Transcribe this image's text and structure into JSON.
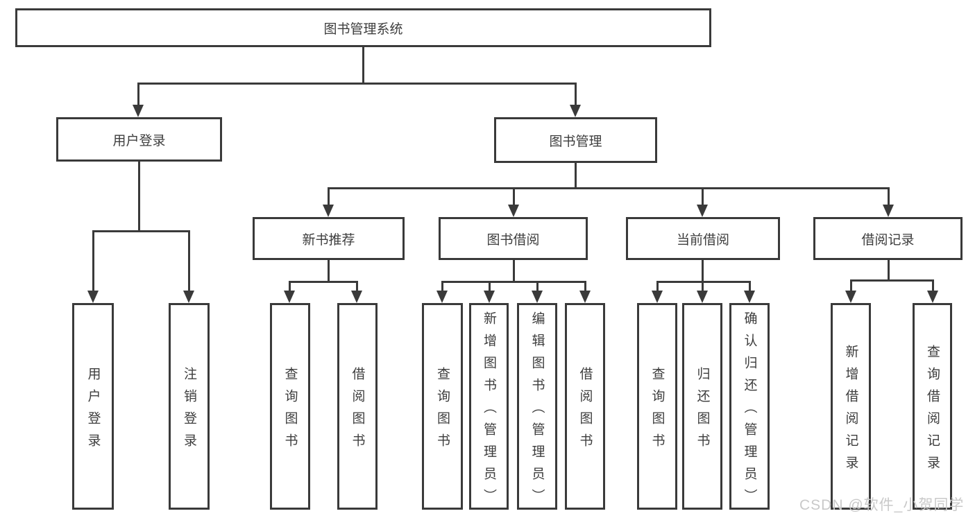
{
  "colors": {
    "line": "#3a3a3a",
    "box_bg": "#ffffff",
    "text": "#3d3d3d",
    "watermark": "#c9c9c9"
  },
  "watermark": {
    "text": "CSDN @软件_小贺同学"
  },
  "chart_data": {
    "type": "tree-diagram",
    "title": "图书管理系统功能结构图"
  },
  "tree": {
    "label": "图书管理系统",
    "children": [
      {
        "label": "用户登录",
        "children": [
          {
            "label": "用户登录"
          },
          {
            "label": "注销登录"
          }
        ]
      },
      {
        "label": "图书管理",
        "children": [
          {
            "label": "新书推荐",
            "children": [
              {
                "label": "查询图书"
              },
              {
                "label": "借阅图书"
              }
            ]
          },
          {
            "label": "图书借阅",
            "children": [
              {
                "label": "查询图书"
              },
              {
                "label": "新增图书（管理员）"
              },
              {
                "label": "编辑图书（管理员）"
              },
              {
                "label": "借阅图书"
              }
            ]
          },
          {
            "label": "当前借阅",
            "children": [
              {
                "label": "查询图书"
              },
              {
                "label": "归还图书"
              },
              {
                "label": "确认归还（管理员）"
              }
            ]
          },
          {
            "label": "借阅记录",
            "children": [
              {
                "label": "新增借阅记录"
              },
              {
                "label": "查询借阅记录"
              }
            ]
          }
        ]
      }
    ]
  }
}
